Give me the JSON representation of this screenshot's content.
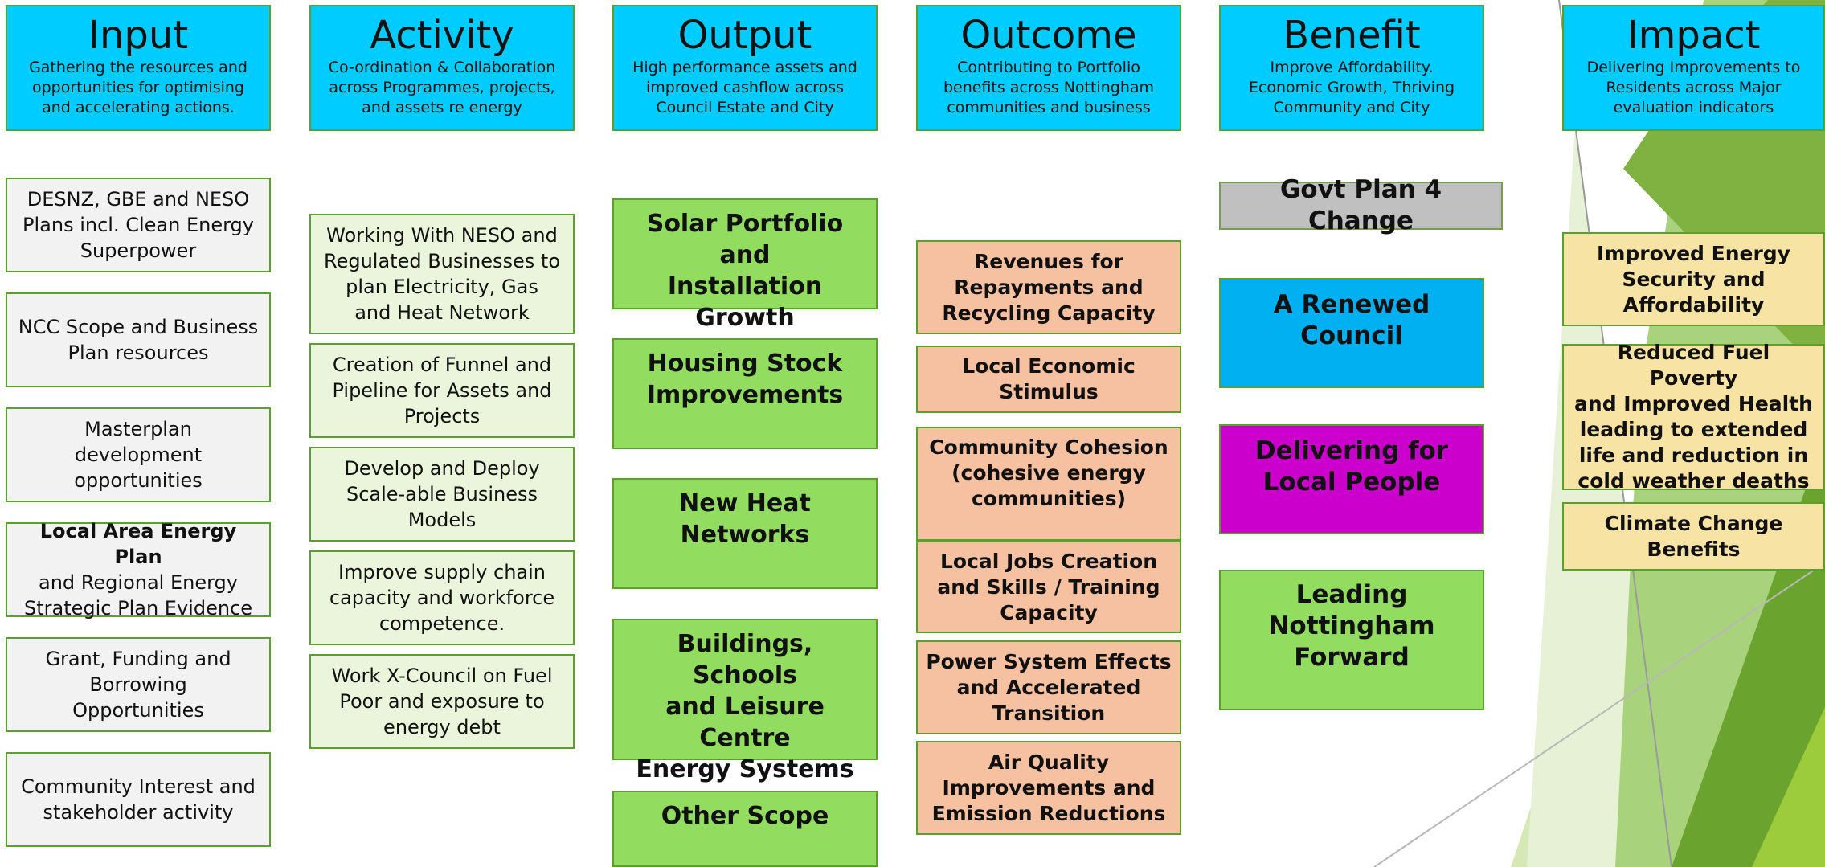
{
  "headers": [
    {
      "title": "Input",
      "subtitle": [
        "Gathering the resources and",
        "opportunities for optimising",
        "and accelerating actions."
      ]
    },
    {
      "title": "Activity",
      "subtitle": [
        "Co-ordination & Collaboration",
        "across Programmes, projects,",
        "and assets re energy"
      ]
    },
    {
      "title": "Output",
      "subtitle": [
        "High performance assets and",
        "improved cashflow across",
        "Council Estate and City"
      ]
    },
    {
      "title": "Outcome",
      "subtitle": [
        "Contributing to Portfolio",
        "benefits across Nottingham",
        "communities and business"
      ]
    },
    {
      "title": "Benefit",
      "subtitle": [
        "Improve Affordability.",
        "Economic Growth, Thriving",
        "Community and City"
      ]
    },
    {
      "title": "Impact",
      "subtitle": [
        "Delivering Improvements to",
        "Residents across Major",
        "evaluation indicators"
      ]
    }
  ],
  "inputs": [
    [
      "DESNZ, GBE and NESO",
      "Plans incl. Clean Energy",
      "Superpower"
    ],
    [
      "NCC Scope and Business",
      "Plan resources"
    ],
    [
      "Masterplan",
      "development",
      "opportunities"
    ],
    [
      "Local Area Energy Plan",
      "and Regional Energy",
      "Strategic Plan Evidence"
    ],
    [
      "Grant, Funding and",
      "Borrowing",
      "Opportunities"
    ],
    [
      "Community Interest and",
      "stakeholder activity"
    ]
  ],
  "activities": [
    [
      "Working With NESO and",
      "Regulated Businesses to",
      "plan Electricity, Gas",
      "and Heat Network"
    ],
    [
      "Creation of Funnel and",
      "Pipeline for Assets and",
      "Projects"
    ],
    [
      "Develop and Deploy",
      "Scale-able Business",
      "Models"
    ],
    [
      "Improve supply chain",
      "capacity and workforce",
      "competence."
    ],
    [
      "Work X-Council on Fuel",
      "Poor and exposure to",
      "energy debt"
    ]
  ],
  "outputs": [
    [
      "Solar Portfolio and",
      "Installation Growth"
    ],
    [
      "Housing Stock",
      "Improvements"
    ],
    [
      "New Heat",
      "Networks"
    ],
    [
      "Buildings, Schools",
      "and Leisure Centre",
      "Energy Systems"
    ],
    [
      "Other Scope"
    ]
  ],
  "outcomes": [
    [
      "Revenues for",
      "Repayments and",
      "Recycling Capacity"
    ],
    [
      "Local Economic",
      "Stimulus"
    ],
    [
      "Community Cohesion",
      "(cohesive energy",
      "communities)"
    ],
    [
      "Local Jobs Creation",
      "and Skills / Training",
      "Capacity"
    ],
    [
      "Power System Effects",
      "and Accelerated",
      "Transition"
    ],
    [
      "Air Quality",
      "Improvements and",
      "Emission Reductions"
    ]
  ],
  "benefits": [
    {
      "lines": [
        "Govt Plan 4 Change"
      ],
      "color": "#c0c0c0"
    },
    {
      "lines": [
        "A Renewed",
        "Council"
      ],
      "color": "#00b0f0"
    },
    {
      "lines": [
        "Delivering for",
        "Local People"
      ],
      "color": "#cc00cc"
    },
    {
      "lines": [
        "Leading",
        "Nottingham",
        "Forward"
      ],
      "color": "#92dd5f"
    }
  ],
  "impacts": [
    [
      "Improved Energy",
      "Security and",
      "Affordability"
    ],
    [
      "Reduced Fuel Poverty",
      "and Improved Health",
      "leading to extended",
      "life and reduction in",
      "cold weather deaths"
    ],
    [
      "Climate Change",
      "Benefits"
    ]
  ],
  "colors": {
    "header": "#00ccff",
    "input": "#f2f2f2",
    "activity": "#ebf5dc",
    "output": "#92dd5f",
    "outcome": "#f5c1a1",
    "impact": "#f7e3a3",
    "border": "#5aa02c"
  }
}
